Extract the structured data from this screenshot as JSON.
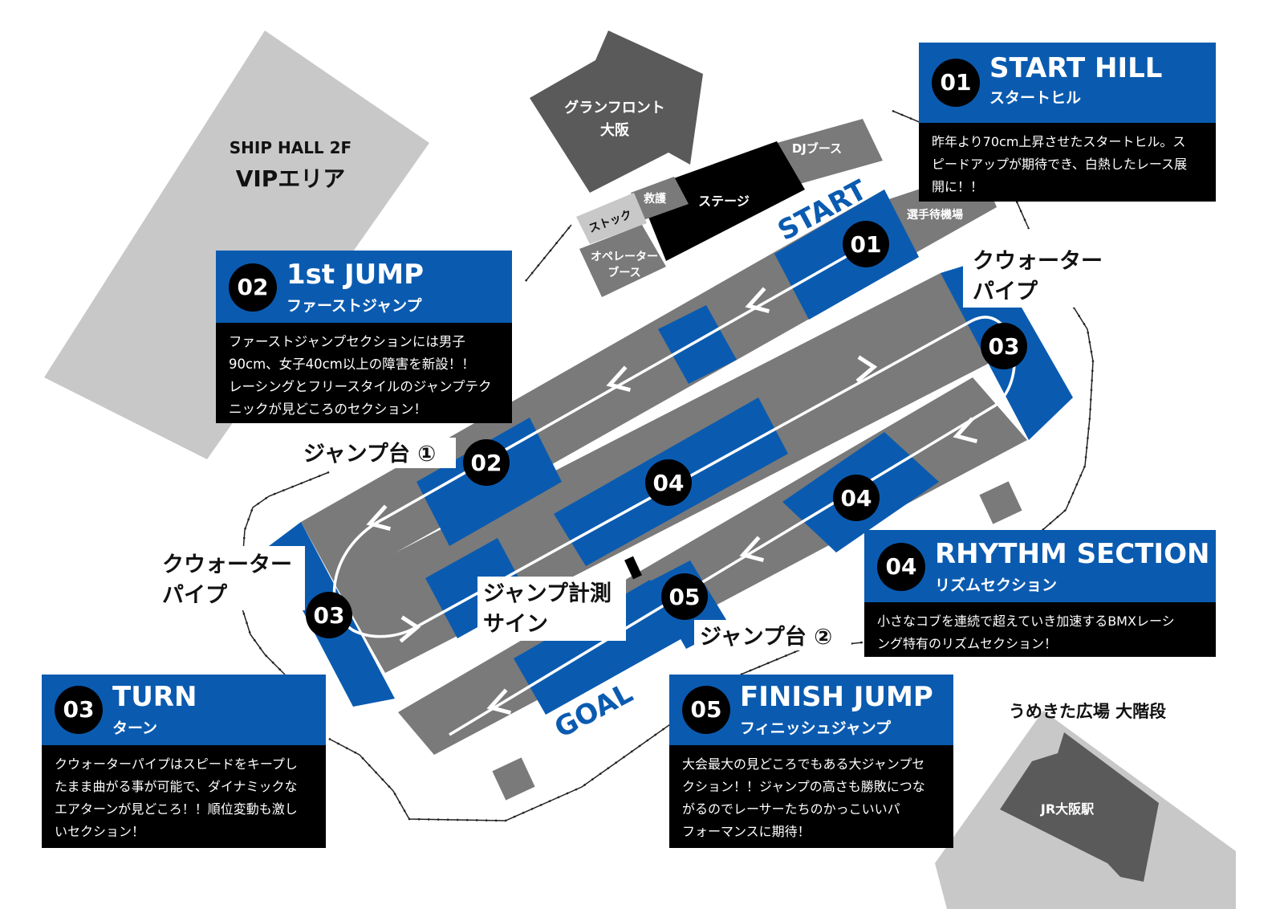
{
  "areas": {
    "vip_line1": "SHIP HALL  2F",
    "vip_line2": "VIPエリア",
    "grandfront_line1": "グランフロント",
    "grandfront_line2": "大阪",
    "stock": "ストック",
    "rescue": "救護",
    "stage": "ステージ",
    "dj_booth": "DJブース",
    "operator_line1": "オペレーター",
    "operator_line2": "ブース",
    "rider_waiting": "選手待機場",
    "start": "START",
    "goal": "GOAL",
    "umekita": "うめきた広場 大階段",
    "jr_osaka": "JR大阪駅"
  },
  "track_labels": {
    "quarter_pipe_right_1": "クウォーター",
    "quarter_pipe_right_2": "パイプ",
    "quarter_pipe_left_1": "クウォーター",
    "quarter_pipe_left_2": "パイプ",
    "jump_ramp_1": "ジャンプ台 ①",
    "jump_ramp_2": "ジャンプ台 ②",
    "jump_sign_1": "ジャンプ計測",
    "jump_sign_2": "サイン"
  },
  "markers": [
    "01",
    "02",
    "03",
    "03",
    "04",
    "04",
    "05"
  ],
  "colors": {
    "blue": "#0a5bb0",
    "gray": "#7a7a7a",
    "light_gray": "#c8c8c8",
    "dark_gray": "#5a5a5a",
    "black": "#000000"
  },
  "sections": [
    {
      "num": "01",
      "title": "START HILL",
      "subtitle": "スタートヒル",
      "lines": [
        "昨年より70cm上昇させたスタートヒル。ス",
        "ピードアップが期待でき、白熱したレース展",
        "開に！！"
      ]
    },
    {
      "num": "02",
      "title": "1st JUMP",
      "subtitle": "ファーストジャンプ",
      "lines": [
        "ファーストジャンプセクションには男子",
        "90cm、女子40cm以上の障害を新設！！",
        "レーシングとフリースタイルのジャンプテク",
        "ニックが見どころのセクション！"
      ]
    },
    {
      "num": "03",
      "title": "TURN",
      "subtitle": "ターン",
      "lines": [
        "クウォーターパイプはスピードをキープし",
        "たまま曲がる事が可能で、ダイナミックな",
        "エアターンが見どころ！！順位変動も激し",
        "いセクション！"
      ]
    },
    {
      "num": "04",
      "title": "RHYTHM SECTION",
      "subtitle": "リズムセクション",
      "lines": [
        "小さなコブを連続で超えていき加速するBMXレーシ",
        "ング特有のリズムセクション！"
      ]
    },
    {
      "num": "05",
      "title": "FINISH JUMP",
      "subtitle": "フィニッシュジャンプ",
      "lines": [
        "大会最大の見どころでもある大ジャンプセ",
        "クション！！ジャンプの高さも勝敗につな",
        "がるのでレーサーたちのかっこいいパ",
        "フォーマンスに期待！"
      ]
    }
  ]
}
